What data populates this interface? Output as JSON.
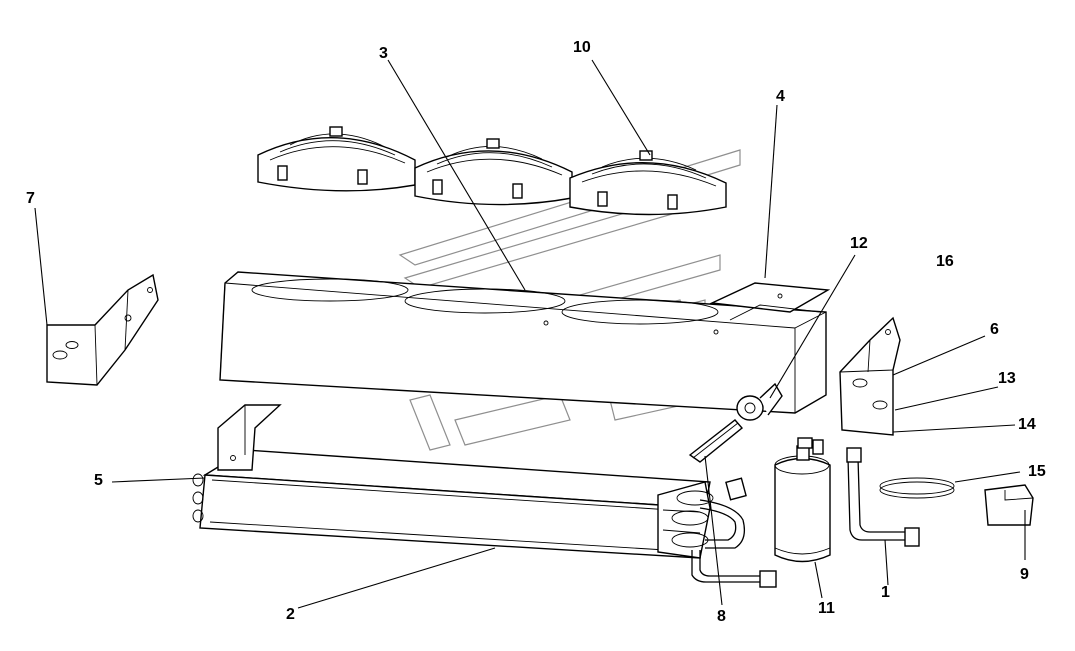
{
  "diagram": {
    "callouts": [
      {
        "id": "c1",
        "text": "1"
      },
      {
        "id": "c2",
        "text": "2"
      },
      {
        "id": "c3",
        "text": "3"
      },
      {
        "id": "c4",
        "text": "4"
      },
      {
        "id": "c5",
        "text": "5"
      },
      {
        "id": "c6",
        "text": "6"
      },
      {
        "id": "c7",
        "text": "7"
      },
      {
        "id": "c8",
        "text": "8"
      },
      {
        "id": "c9",
        "text": "9"
      },
      {
        "id": "c10",
        "text": "10"
      },
      {
        "id": "c11",
        "text": "11"
      },
      {
        "id": "c12",
        "text": "12"
      },
      {
        "id": "c13",
        "text": "13"
      },
      {
        "id": "c14",
        "text": "14"
      },
      {
        "id": "c15",
        "text": "15"
      },
      {
        "id": "c16",
        "text": "16"
      }
    ],
    "colors": {
      "line": "#000000",
      "watermark": "#8f8f8f",
      "background": "#ffffff"
    }
  }
}
